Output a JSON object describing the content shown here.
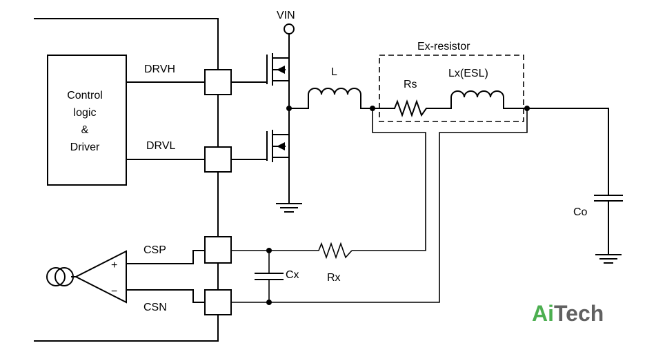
{
  "diagram": {
    "control_block": {
      "line1": "Control",
      "line2": "logic",
      "line3": "&",
      "line4": "Driver"
    },
    "labels": {
      "vin": "VIN",
      "drvh": "DRVH",
      "drvl": "DRVL",
      "csp": "CSP",
      "csn": "CSN",
      "inductor": "L",
      "ex_resistor": "Ex-resistor",
      "rs": "Rs",
      "lx": "Lx(ESL)",
      "co": "Co",
      "cx": "Cx",
      "rx": "Rx",
      "amp_plus": "+",
      "amp_minus": "−"
    }
  },
  "brand": {
    "part1": "Ai",
    "part2": "Tech",
    "color1": "#4caf50",
    "color2": "#616161"
  }
}
